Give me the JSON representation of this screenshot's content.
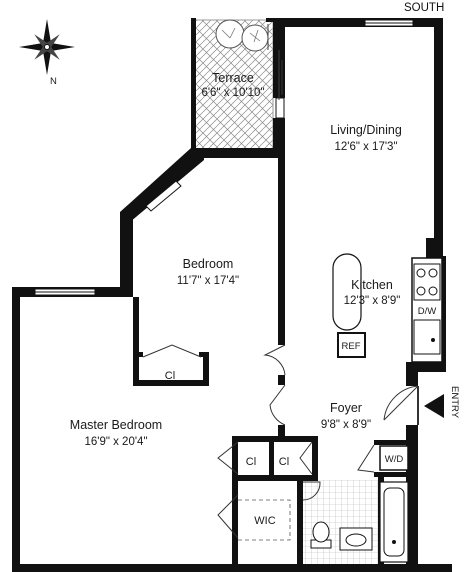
{
  "header": {
    "orientation_label": "SOUTH"
  },
  "compass": {
    "north_label": "N"
  },
  "rooms": {
    "terrace": {
      "name": "Terrace",
      "dims": "6'6\" x 10'10\""
    },
    "living": {
      "name": "Living/Dining",
      "dims": "12'6\" x 17'3\""
    },
    "bedroom": {
      "name": "Bedroom",
      "dims": "11'7\" x 17'4\""
    },
    "kitchen": {
      "name": "Kitchen",
      "dims": "12'3\" x 8'9\""
    },
    "master": {
      "name": "Master Bedroom",
      "dims": "16'9\" x 20'4\""
    },
    "foyer": {
      "name": "Foyer",
      "dims": "9'8\" x 8'9\""
    }
  },
  "labels": {
    "closet_bedroom": "Cl",
    "closet_hall_1": "Cl",
    "closet_hall_2": "Cl",
    "wic": "WIC",
    "ref": "REF",
    "dw": "D/W",
    "wd": "W/D",
    "entry": "ENTRY"
  },
  "colors": {
    "wall": "#111111",
    "terrace_pattern": "#8a8a8a",
    "bath_tile": "#b5b5b5"
  }
}
